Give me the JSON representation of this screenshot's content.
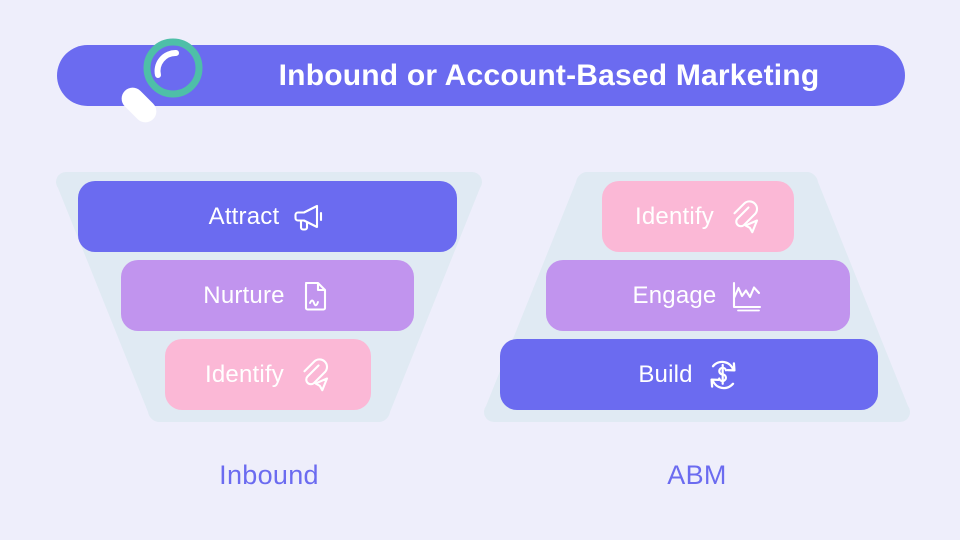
{
  "banner": {
    "title": "Inbound or Account-Based Marketing",
    "icon": "magnifier-icon",
    "background_color": "#6B6BF0",
    "text_color": "#FFFFFF",
    "icon_ring_color": "#4EBFA8",
    "icon_handle_color": "#FFFFFF"
  },
  "page": {
    "background_color": "#EEEEFB",
    "backdrop_color": "#E0EAF3"
  },
  "colors": {
    "blue": "#6B6BF0",
    "purple": "#C194EE",
    "pink": "#FBB8D6",
    "white": "#FFFFFF",
    "caption": "#6B6BF0"
  },
  "diagrams": [
    {
      "id": "inbound",
      "shape": "funnel",
      "caption": "Inbound",
      "stages": [
        {
          "label": "Attract",
          "icon": "megaphone-icon",
          "color": "#6B6BF0"
        },
        {
          "label": "Nurture",
          "icon": "document-sign-icon",
          "color": "#C194EE"
        },
        {
          "label": "Identify",
          "icon": "paperclip-cursor-icon",
          "color": "#FBB8D6"
        }
      ]
    },
    {
      "id": "abm",
      "shape": "pyramid",
      "caption": "ABM",
      "stages": [
        {
          "label": "Identify",
          "icon": "paperclip-cursor-icon",
          "color": "#FBB8D6"
        },
        {
          "label": "Engage",
          "icon": "line-chart-icon",
          "color": "#C194EE"
        },
        {
          "label": "Build",
          "icon": "dollar-refresh-icon",
          "color": "#6B6BF0"
        }
      ]
    }
  ]
}
